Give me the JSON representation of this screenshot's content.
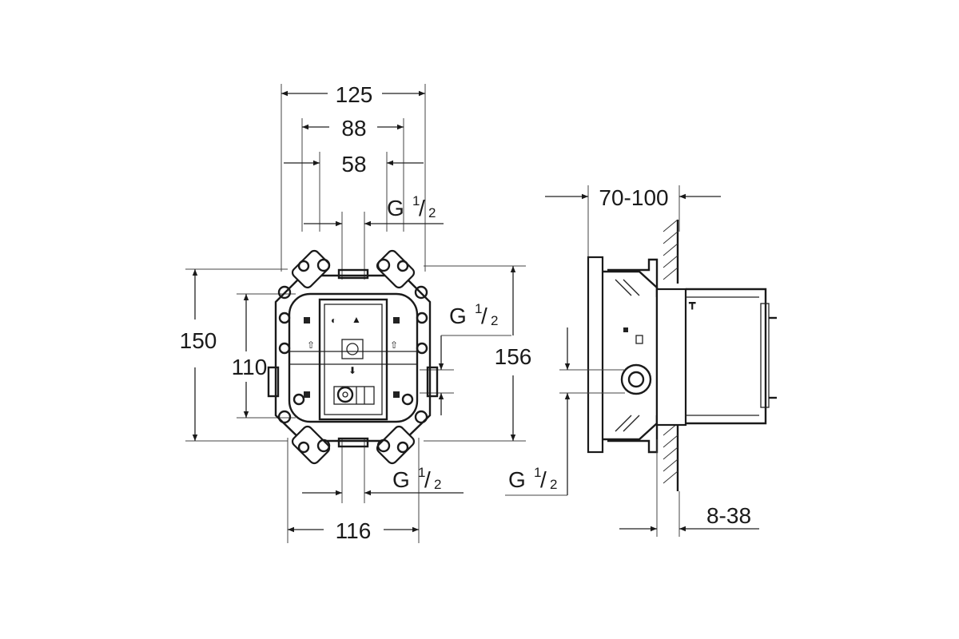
{
  "diagram": {
    "front_view": {
      "dims": {
        "width_overall": "125",
        "width_mid": "88",
        "width_inner": "58",
        "height_outer": "150",
        "height_inner": "110",
        "height_side": "156",
        "width_bottom": "116"
      },
      "threads": {
        "top": {
          "g": "G",
          "num": "1",
          "den": "2"
        },
        "right": {
          "g": "G",
          "num": "1",
          "den": "2"
        },
        "bottom": {
          "g": "G",
          "num": "1",
          "den": "2"
        }
      }
    },
    "side_view": {
      "dims": {
        "depth_range": "70-100",
        "wall_range": "8-38"
      },
      "threads": {
        "left": {
          "g": "G",
          "num": "1",
          "den": "2"
        }
      }
    }
  }
}
